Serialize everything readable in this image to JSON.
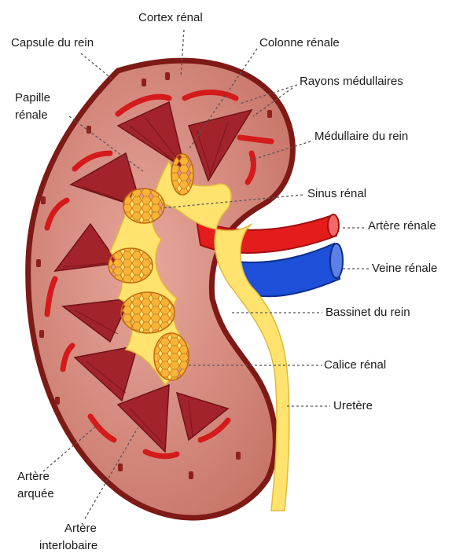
{
  "labels": {
    "cortex": "Cortex rénal",
    "capsule": "Capsule du rein",
    "colonne": "Colonne rénale",
    "rayons": "Rayons médullaires",
    "papille_line1": "Papille",
    "papille_line2": "rénale",
    "medullaire": "Médullaire du rein",
    "sinus": "Sinus rénal",
    "artere_renale": "Artère rénale",
    "veine_renale": "Veine rénale",
    "bassinet": "Bassinet du rein",
    "calice": "Calice rénal",
    "uretere": "Uretère",
    "arquee_line1": "Artère",
    "arquee_line2": "arquée",
    "interlobaire_line1": "Artère",
    "interlobaire_line2": "interlobaire"
  },
  "colors": {
    "capsule": "#8e1f1a",
    "cortex": "#d98c80",
    "medulla": "#a3232b",
    "pelvis": "#ffe36e",
    "papilla": "#f4a52a",
    "artery": "#e51c1c",
    "vein": "#1d4fd8"
  }
}
